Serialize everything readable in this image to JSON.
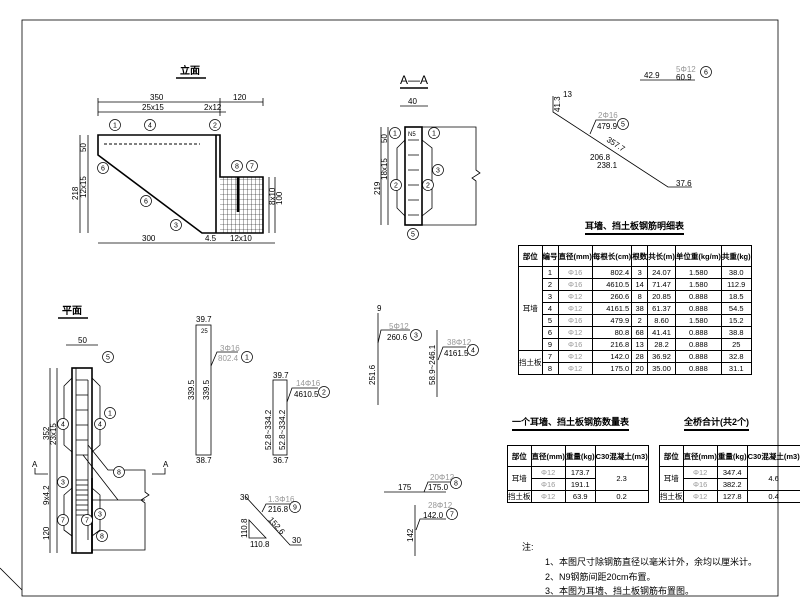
{
  "titles": {
    "elevation": "立面",
    "section": "A—A",
    "plan": "平面"
  },
  "markers": {
    "1": "1",
    "2": "2",
    "3": "3",
    "4": "4",
    "5": "5",
    "6": "6",
    "7": "7",
    "8": "8",
    "9": "9"
  },
  "section_mark": "A",
  "elev": {
    "d350": "350",
    "d120": "120",
    "d25x15": "25x15",
    "d2x12": "2x12",
    "d50": "50",
    "d218": "218",
    "d12x15": "12x15",
    "d300": "300",
    "d12x10": "12x10",
    "d100": "100",
    "d8x10": "8x10",
    "d4_5": "4.5"
  },
  "sect": {
    "d40": "40",
    "d50": "50",
    "d219": "219",
    "d18x15": "18x15",
    "n5": "N5"
  },
  "plan": {
    "d50": "50",
    "d352": "352",
    "d25x15": "23x15",
    "d9x42": "9x4.2",
    "d120": "120"
  },
  "bars": {
    "b5_count": "2Φ16",
    "b5_len": "479.9",
    "b5_a": "357.7",
    "b5_b": "206.8",
    "b5_c": "238.1",
    "b5_d": "37.6",
    "b5_e": "13",
    "b5_f": "41.3",
    "b6_count": "5Φ12",
    "b6_a": "42.9",
    "b6_len": "60.9",
    "b1_count": "3Φ16",
    "b1_len": "802.4",
    "b1_top": "39.7",
    "b1_side": "339.5",
    "b1_inner": "339.5",
    "b1_bot": "38.7",
    "b1_hook": "25",
    "b2_count": "14Φ16",
    "b2_len": "4610.5",
    "b2_top": "39.7",
    "b2_side": "52.8~334.2",
    "b2_inner": "52.8~334.2",
    "b2_bot": "36.7",
    "b3_count": "5Φ12",
    "b3_len": "260.6",
    "b3_top": "9",
    "b3_side": "251.6",
    "b4_count": "38Φ12",
    "b4_len": "4161.5",
    "b4_side": "58.9~246.1",
    "b8_count": "20Φ12",
    "b8_len": "175.0",
    "b8_a": "175",
    "b7_count": "28Φ12",
    "b7_len": "142.0",
    "b7_a": "142",
    "b9_count": "1.3Φ16",
    "b9_len": "216.8",
    "b9_a": "30",
    "b9_b": "152.6",
    "b9_c": "110.8",
    "b9_d": "110.8",
    "b9_e": "30"
  },
  "main_table": {
    "title": "耳墙、挡土板钢筋明细表",
    "headers": [
      "部位",
      "编号",
      "直径(mm)",
      "每根长(cm)",
      "根数",
      "共长(m)",
      "单位重(kg/m)",
      "共重(kg)"
    ],
    "groups": [
      {
        "name": "耳墙",
        "rows": [
          [
            "1",
            "Φ16",
            "802.4",
            "3",
            "24.07",
            "1.580",
            "38.0"
          ],
          [
            "2",
            "Φ16",
            "4610.5",
            "14",
            "71.47",
            "1.580",
            "112.9"
          ],
          [
            "3",
            "Φ12",
            "260.6",
            "8",
            "20.85",
            "0.888",
            "18.5"
          ],
          [
            "4",
            "Φ12",
            "4161.5",
            "38",
            "61.37",
            "0.888",
            "54.5"
          ],
          [
            "5",
            "Φ16",
            "479.9",
            "2",
            "8.60",
            "1.580",
            "15.2"
          ],
          [
            "6",
            "Φ12",
            "80.8",
            "68",
            "41.41",
            "0.888",
            "38.8"
          ],
          [
            "9",
            "Φ16",
            "216.8",
            "13",
            "28.2",
            "0.888",
            "25"
          ]
        ]
      },
      {
        "name": "挡土板",
        "rows": [
          [
            "7",
            "Φ12",
            "142.0",
            "28",
            "36.92",
            "0.888",
            "32.8"
          ],
          [
            "8",
            "Φ12",
            "175.0",
            "20",
            "35.00",
            "0.888",
            "31.1"
          ]
        ]
      }
    ]
  },
  "qty_table": {
    "title": "一个耳墙、挡土板钢筋数量表",
    "headers": [
      "部位",
      "直径(mm)",
      "重量(kg)",
      "C30混凝土(m3)"
    ],
    "rows": [
      {
        "part": "耳墙",
        "items": [
          [
            "Φ12",
            "173.7"
          ],
          [
            "Φ16",
            "191.1"
          ]
        ],
        "concrete": "2.3"
      },
      {
        "part": "挡土板",
        "items": [
          [
            "Φ12",
            "63.9"
          ]
        ],
        "concrete": "0.2"
      }
    ]
  },
  "total_table": {
    "title": "全桥合计(共2个)",
    "headers": [
      "部位",
      "直径(mm)",
      "重量(kg)",
      "C30混凝土(m3)"
    ],
    "rows": [
      {
        "part": "耳墙",
        "items": [
          [
            "Φ12",
            "347.4"
          ],
          [
            "Φ16",
            "382.2"
          ]
        ],
        "concrete": "4.6"
      },
      {
        "part": "挡土板",
        "items": [
          [
            "Φ12",
            "127.8"
          ]
        ],
        "concrete": "0.4"
      }
    ]
  },
  "notes": {
    "label": "注:",
    "items": [
      "1、本图尺寸除钢筋直径以毫米计外，余均以厘米计。",
      "2、N9钢筋间距20cm布置。",
      "3、本图为耳墙、挡土板钢筋布置图。"
    ]
  }
}
